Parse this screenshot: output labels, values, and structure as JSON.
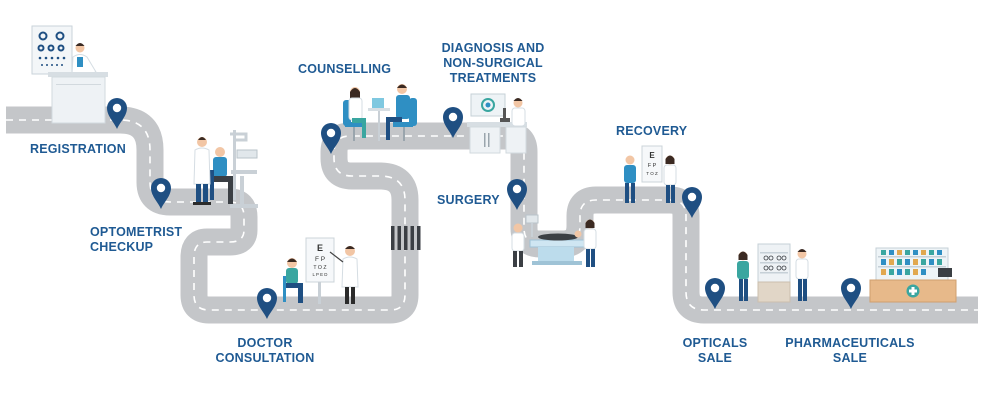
{
  "colors": {
    "road": "#c4c6c9",
    "road_marking": "#ffffff",
    "pin": "#1f4f82",
    "label": "#1f5a93",
    "staff_coat": "#ffffff",
    "staff_pants": "#1f4f82",
    "patient_top": "#2f8fc3",
    "furniture": "#e9eef2",
    "accent_teal": "#3aa6a0"
  },
  "steps": [
    {
      "id": "registration",
      "label": "REGISTRATION",
      "icon": "location-pin-icon"
    },
    {
      "id": "optometrist-checkup",
      "label": "OPTOMETRIST\nCHECKUP",
      "icon": "location-pin-icon"
    },
    {
      "id": "doctor-consultation",
      "label": "DOCTOR\nCONSULTATION",
      "icon": "location-pin-icon"
    },
    {
      "id": "counselling",
      "label": "COUNSELLING",
      "icon": "location-pin-icon"
    },
    {
      "id": "diagnosis",
      "label": "DIAGNOSIS AND\nNON-SURGICAL\nTREATMENTS",
      "icon": "location-pin-icon"
    },
    {
      "id": "surgery",
      "label": "SURGERY",
      "icon": "location-pin-icon"
    },
    {
      "id": "recovery",
      "label": "RECOVERY",
      "icon": "location-pin-icon"
    },
    {
      "id": "opticals-sale",
      "label": "OPTICALS\nSALE",
      "icon": "location-pin-icon"
    },
    {
      "id": "pharmaceuticals-sale",
      "label": "PHARMACEUTICALS\nSALE",
      "icon": "location-pin-icon"
    }
  ],
  "eye_chart": {
    "rows": [
      "E",
      "F P",
      "T O Z",
      "L P E D"
    ]
  }
}
